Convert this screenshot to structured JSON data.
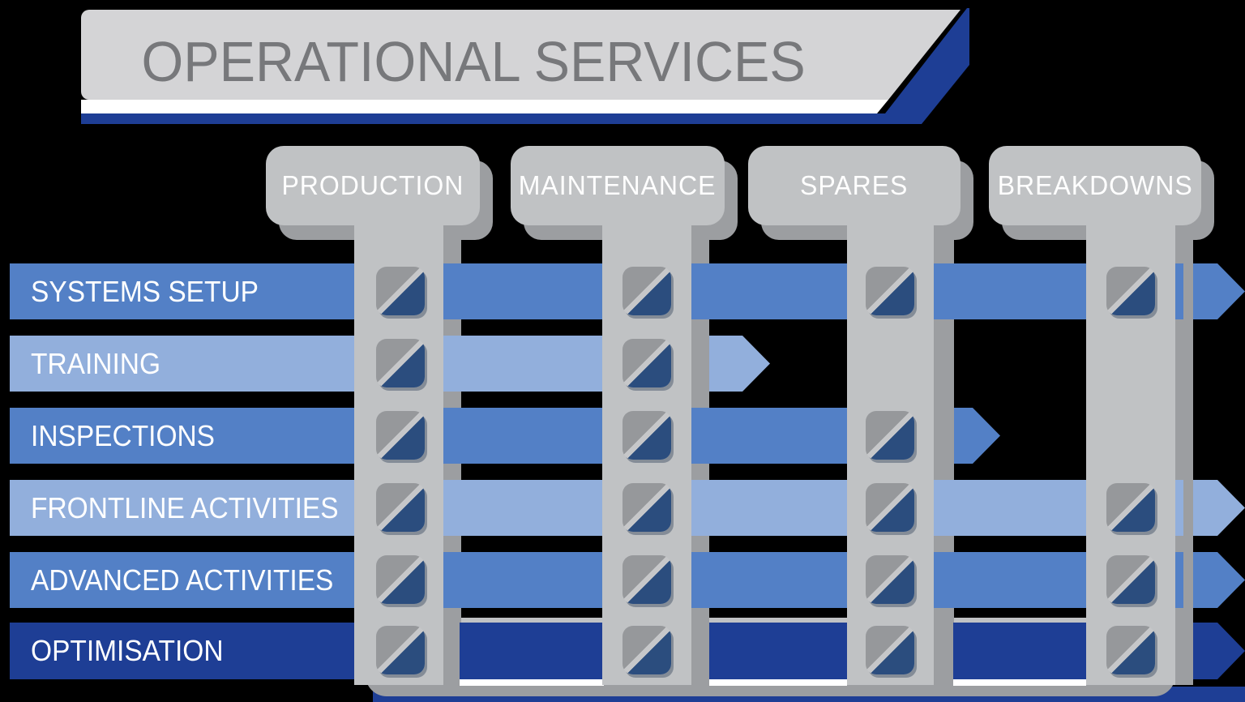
{
  "title": "OPERATIONAL SERVICES",
  "columns": [
    {
      "label": "PRODUCTION"
    },
    {
      "label": "MAINTENANCE"
    },
    {
      "label": "SPARES"
    },
    {
      "label": "BREAKDOWNS"
    }
  ],
  "rows": [
    {
      "label": "SYSTEMS SETUP",
      "shade": "medium-blue",
      "covers": [
        "PRODUCTION",
        "MAINTENANCE",
        "SPARES",
        "BREAKDOWNS"
      ],
      "arrow": "continues-past-right-edge"
    },
    {
      "label": "TRAINING",
      "shade": "light-blue",
      "covers": [
        "PRODUCTION",
        "MAINTENANCE"
      ],
      "arrow": "ends-after-maintenance"
    },
    {
      "label": "INSPECTIONS",
      "shade": "medium-blue",
      "covers": [
        "PRODUCTION",
        "MAINTENANCE",
        "SPARES"
      ],
      "arrow": "ends-after-spares"
    },
    {
      "label": "FRONTLINE ACTIVITIES",
      "shade": "light-blue",
      "covers": [
        "PRODUCTION",
        "MAINTENANCE",
        "SPARES",
        "BREAKDOWNS"
      ],
      "arrow": "continues-past-right-edge"
    },
    {
      "label": "ADVANCED ACTIVITIES",
      "shade": "medium-blue",
      "covers": [
        "PRODUCTION",
        "MAINTENANCE",
        "SPARES",
        "BREAKDOWNS"
      ],
      "arrow": "continues-past-right-edge"
    },
    {
      "label": "OPTIMISATION",
      "shade": "dark-blue",
      "covers": [
        "PRODUCTION",
        "MAINTENANCE",
        "SPARES",
        "BREAKDOWNS"
      ],
      "arrow": "continues-past-right-edge"
    }
  ],
  "colors": {
    "medium_blue": "#5380C6",
    "light_blue": "#92AFDC",
    "dark_blue": "#1E3E95",
    "marker_navy": "#2B4D7E",
    "marker_gray": "#96989B",
    "panel_gray": "#C0C2C4",
    "shadow_gray": "#9C9EA1",
    "banner_gray": "#D4D4D6",
    "title_text_gray": "#77787B",
    "background": "#000000"
  }
}
